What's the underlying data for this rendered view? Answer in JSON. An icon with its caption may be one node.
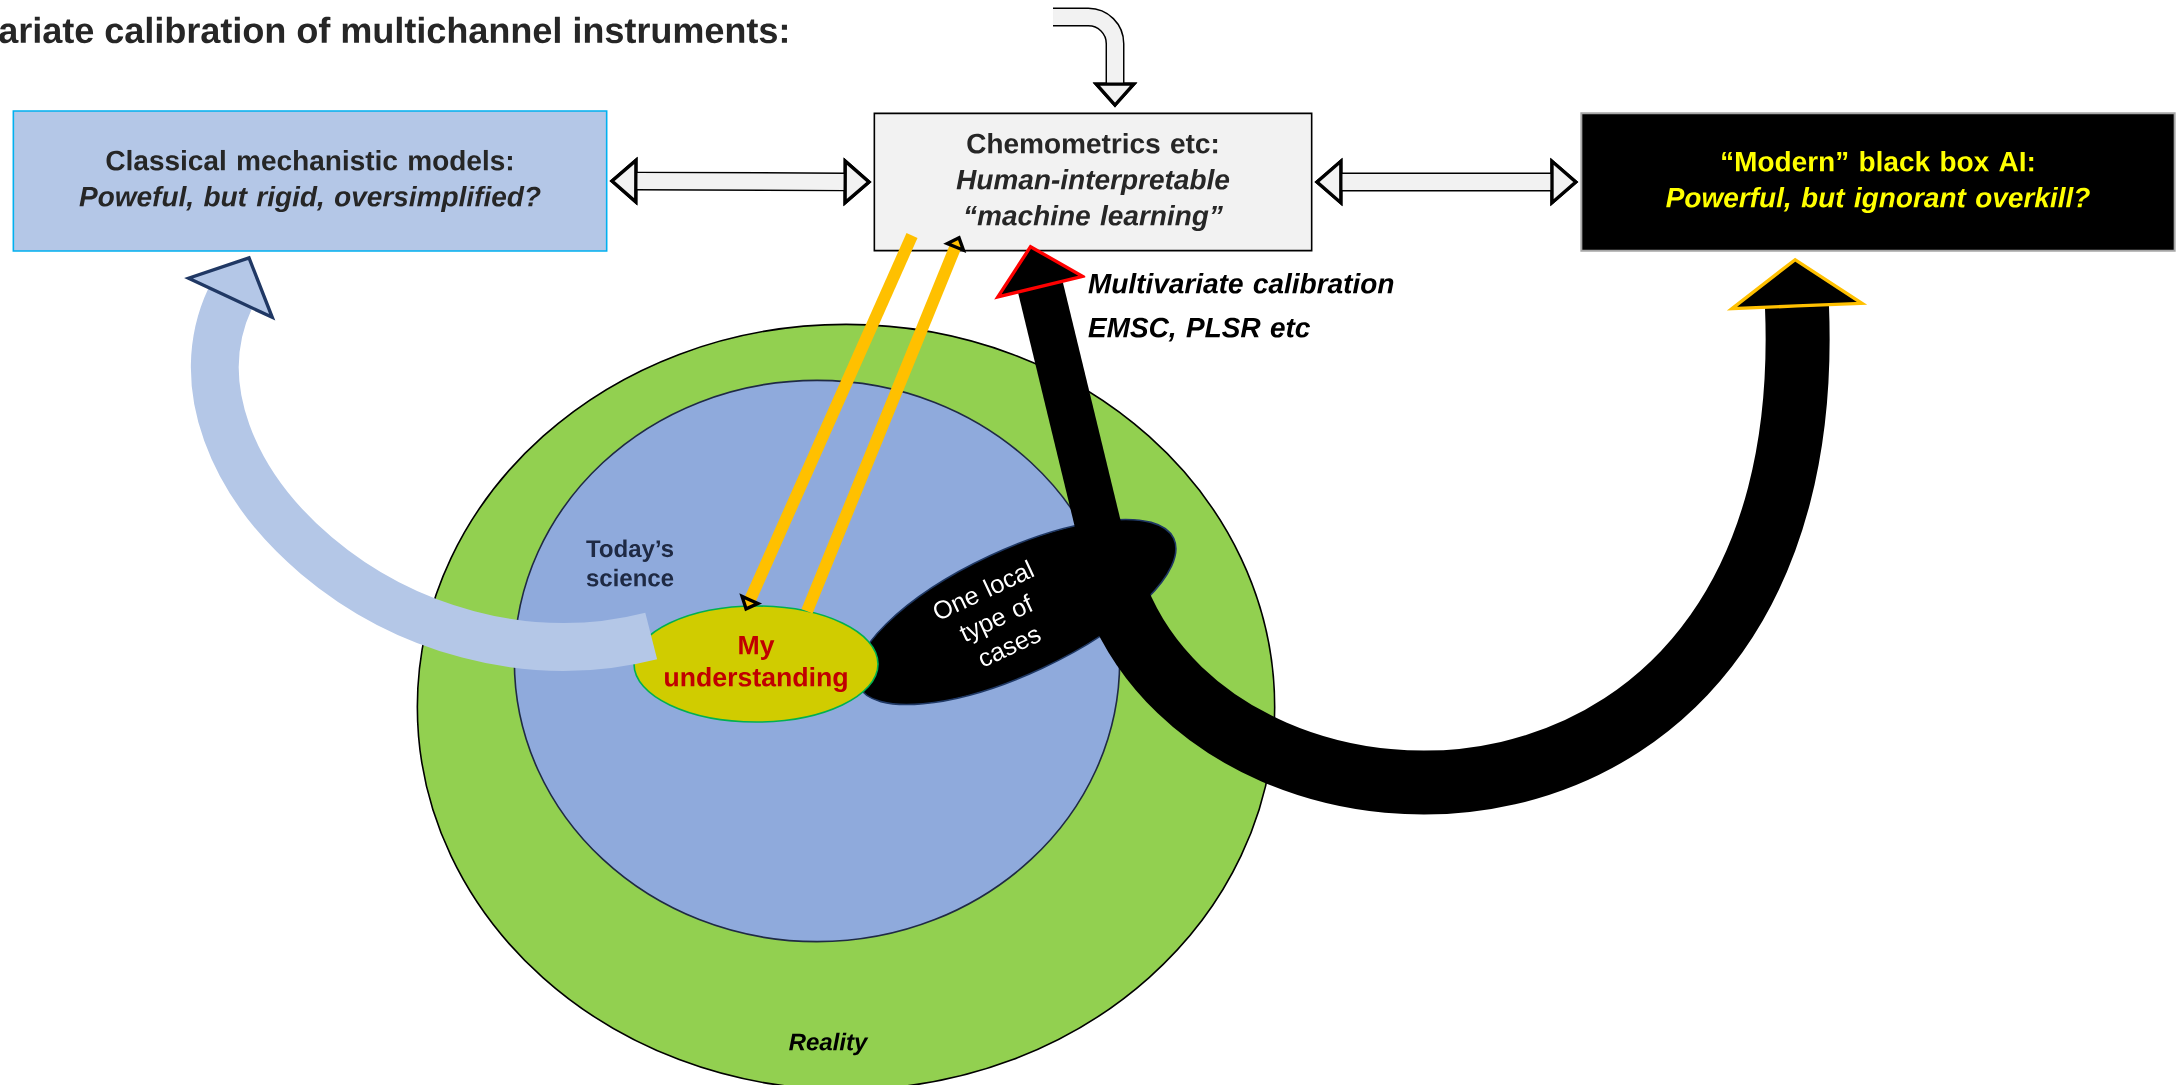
{
  "diagram": {
    "title": "ariate calibration of multichannel instruments:",
    "nodes": [
      {
        "text": [
          "Classical mechanistic models:",
          "Poweful, but rigid, oversimplified?"
        ]
      },
      {
        "text": [
          "Chemometrics etc:",
          "Human-interpretable “machine learning”"
        ]
      },
      {
        "text": [
          "“Modern” black box AI:",
          "Powerful, but ignorant overkill?"
        ]
      },
      {
        "text": [
          "Reality"
        ]
      },
      {
        "text": [
          "Today’s science"
        ],
        "in": 3
      },
      {
        "text": [
          "My understanding"
        ],
        "in": 4
      },
      {
        "text": [
          "One local type of cases"
        ],
        "in": 3
      }
    ],
    "edges": [
      {
        "from": 0,
        "to": 1,
        "arrow": "both"
      },
      {
        "from": 1,
        "to": 2,
        "arrow": "both"
      },
      {
        "from": null,
        "to": 1,
        "arrow": "to"
      },
      {
        "from": 1,
        "to": 5,
        "arrow": "to",
        "color": "#ffc000"
      },
      {
        "from": 5,
        "to": 1,
        "arrow": "to",
        "color": "#ffc000"
      },
      {
        "from": 5,
        "to": 0,
        "arrow": "to",
        "style": "thick",
        "color": "#b4c7e7"
      },
      {
        "from": 6,
        "to": 1,
        "arrow": "to",
        "style": "thick",
        "color": "#000000",
        "label": "Multivariate calibration EMSC, PLSR etc"
      },
      {
        "from": 6,
        "to": 2,
        "arrow": "to",
        "style": "thick",
        "color": "#000000"
      }
    ]
  }
}
